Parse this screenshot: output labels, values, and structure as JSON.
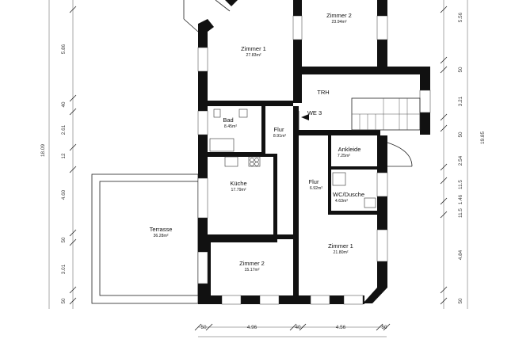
{
  "rooms": {
    "zimmer2_top": {
      "name": "Zimmer 2",
      "area": "23.94m²"
    },
    "zimmer1_top": {
      "name": "Zimmer 1",
      "area": "27.83m²"
    },
    "trh": {
      "name": "TRH"
    },
    "we3": {
      "name": "WE 3"
    },
    "bad": {
      "name": "Bad",
      "area": "8.45m²"
    },
    "flur_upper": {
      "name": "Flur",
      "area": "8.91m²"
    },
    "ankleide": {
      "name": "Ankleide",
      "area": "7.25m²"
    },
    "kueche": {
      "name": "Küche",
      "area": "17.79m²"
    },
    "flur_lower": {
      "name": "Flur",
      "area": "6.92m²"
    },
    "wcdusche": {
      "name": "WC/Dusche",
      "area": "4.63m²"
    },
    "terrasse": {
      "name": "Terrasse",
      "area": "36.28m²"
    },
    "zimmer1_bottom": {
      "name": "Zimmer 1",
      "area": "21.80m²"
    },
    "zimmer2_bottom": {
      "name": "Zimmer 2",
      "area": "15.17m²"
    }
  },
  "dimensions": {
    "left_inner": [
      "5.86",
      "40",
      "2.61",
      "12",
      "4.60",
      "50",
      "3.01",
      "50"
    ],
    "left_total": "18.09",
    "right_inner": [
      "5.56",
      "50",
      "3.21",
      "50",
      "2.54",
      "11.5",
      "1.46",
      "11.5",
      "4.84",
      "50"
    ],
    "right_total": "19.85",
    "bottom": [
      "50",
      "4.96",
      "40",
      "4.56",
      "50"
    ]
  }
}
